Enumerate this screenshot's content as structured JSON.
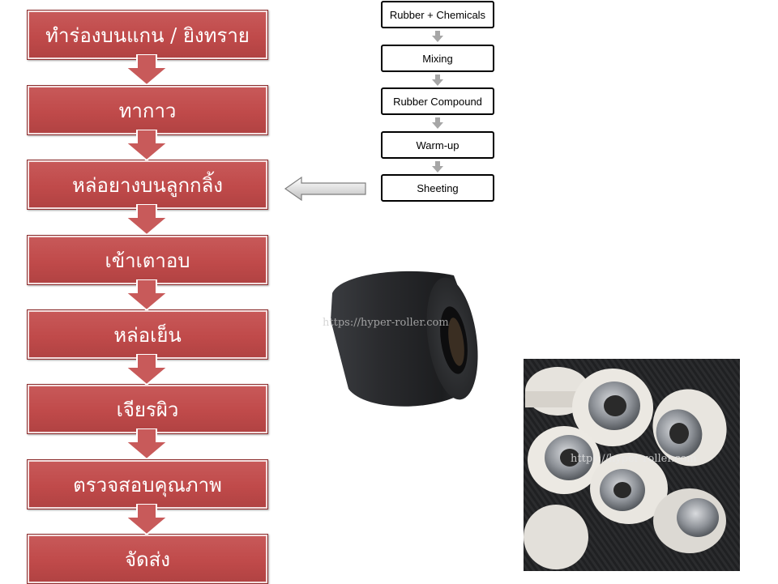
{
  "steps": [
    "ทำร่องบนแกน / ยิงทราย",
    "ทากาว",
    "หล่อยางบนลูกกลิ้ง",
    "เข้าเตาอบ",
    "หล่อเย็น",
    "เจียรผิว",
    "ตรวจสอบคุณภาพ",
    "จัดส่ง"
  ],
  "process": [
    "Rubber + Chemicals",
    "Mixing",
    "Rubber Compound",
    "Warm-up",
    "Sheeting"
  ],
  "watermarks": {
    "photo1": "https://hyper-roller.com",
    "photo2": "https://hyper-roller.com"
  },
  "colors": {
    "step_fill": "#c04a4a",
    "step_border": "#8e3030",
    "arrow_fill": "#c85a5a"
  }
}
